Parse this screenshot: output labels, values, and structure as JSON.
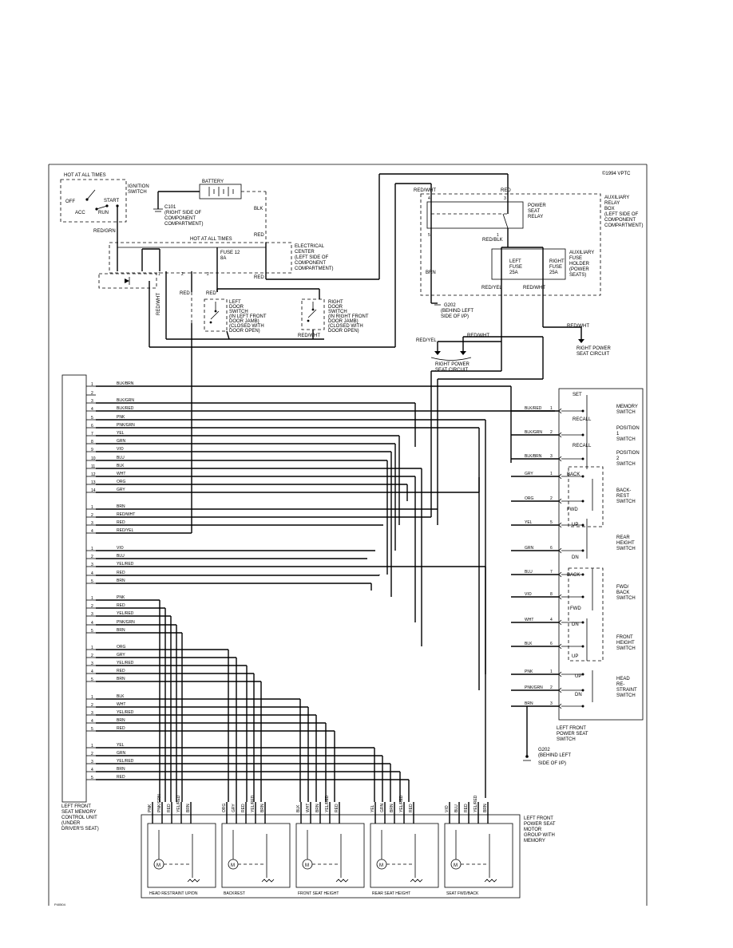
{
  "copyright": "©1994 VPTC",
  "footer_code": "P40504",
  "top_left": {
    "hot_at_all_times": "HOT AT ALL TIMES",
    "ignition_switch": [
      "IGNITION",
      "SWITCH"
    ],
    "off": "OFF",
    "acc": "ACC",
    "start": "START",
    "run": "RUN",
    "battery": "BATTERY",
    "c101": [
      "C101",
      "(RIGHT SIDE OF",
      "COMPONENT",
      "COMPARTMENT)"
    ],
    "red_grn": "RED/GRN",
    "blk": "BLK",
    "red": "RED"
  },
  "electrical_center": {
    "hot": "HOT AT ALL TIMES",
    "label": [
      "ELECTRICAL",
      "CENTER",
      "(LEFT SIDE OF",
      "COMPONENT",
      "COMPARTMENT)"
    ],
    "fuse": [
      "FUSE 12",
      "8A"
    ],
    "red": "RED"
  },
  "door_switches": {
    "left": [
      "LEFT",
      "DOOR",
      "SWITCH",
      "(IN LEFT FRONT",
      "DOOR JAMB)",
      "(CLOSED WITH",
      "DOOR OPEN)"
    ],
    "right": [
      "RIGHT",
      "DOOR",
      "SWITCH",
      "(IN RIGHT FRONT",
      "DOOR JAMB)",
      "(CLOSED WITH",
      "DOOR OPEN)"
    ],
    "red_wht": "RED/WHT",
    "red": "RED"
  },
  "relay_box": {
    "label": [
      "AUXILIARY",
      "RELAY",
      "BOX",
      "(LEFT SIDE OF",
      "COMPONENT",
      "COMPARTMENT)"
    ],
    "relay": [
      "POWER",
      "SEAT",
      "RELAY"
    ],
    "fuse_holder": [
      "AUXILIARY",
      "FUSE",
      "HOLDER",
      "(POWER",
      "SEATS)"
    ],
    "left_fuse": [
      "LEFT",
      "FUSE",
      "25A"
    ],
    "right_fuse": [
      "RIGHT",
      "FUSE",
      "25A"
    ],
    "red_wht": "RED/WHT",
    "red": "RED",
    "red_blk": "RED/BLK",
    "red_yel": "RED/YEL",
    "brn": "BRN",
    "g202": [
      "G202",
      "(BEHIND LEFT",
      "SIDE OF I/P)"
    ],
    "right_power_seat": [
      "RIGHT POWER",
      "SEAT CIRCUIT"
    ],
    "right_power_seat_2": [
      "RIGHT POWER",
      "SEAT CIRCUIT"
    ]
  },
  "control_unit": {
    "label": [
      "LEFT FRONT",
      "SEAT MEMORY",
      "CONTROL UNIT",
      "(UNDER",
      "DRIVER'S SEAT)"
    ],
    "wires": [
      {
        "pin": "1",
        "color": "BLK/BRN"
      },
      {
        "pin": "2",
        "color": ""
      },
      {
        "pin": "3",
        "color": "BLK/GRN"
      },
      {
        "pin": "4",
        "color": "BLK/RED"
      },
      {
        "pin": "5",
        "color": "PNK"
      },
      {
        "pin": "6",
        "color": "PNK/GRN"
      },
      {
        "pin": "7",
        "color": "YEL"
      },
      {
        "pin": "8",
        "color": "GRN"
      },
      {
        "pin": "9",
        "color": "VIO"
      },
      {
        "pin": "10",
        "color": "BLU"
      },
      {
        "pin": "11",
        "color": "BLK"
      },
      {
        "pin": "12",
        "color": "WHT"
      },
      {
        "pin": "13",
        "color": "ORG"
      },
      {
        "pin": "14",
        "color": "GRY"
      },
      {
        "pin": "1",
        "color": "BRN"
      },
      {
        "pin": "2",
        "color": "RED/WHT"
      },
      {
        "pin": "3",
        "color": "RED"
      },
      {
        "pin": "4",
        "color": "RED/YEL"
      },
      {
        "pin": "1",
        "color": "VIO"
      },
      {
        "pin": "2",
        "color": "BLU"
      },
      {
        "pin": "3",
        "color": "YEL/RED"
      },
      {
        "pin": "4",
        "color": "RED"
      },
      {
        "pin": "5",
        "color": "BRN"
      },
      {
        "pin": "1",
        "color": "PNK"
      },
      {
        "pin": "2",
        "color": "RED"
      },
      {
        "pin": "3",
        "color": "YEL/RED"
      },
      {
        "pin": "4",
        "color": "PNK/GRN"
      },
      {
        "pin": "5",
        "color": "BRN"
      },
      {
        "pin": "1",
        "color": "ORG"
      },
      {
        "pin": "2",
        "color": "GRY"
      },
      {
        "pin": "3",
        "color": "YEL/RED"
      },
      {
        "pin": "4",
        "color": "RED"
      },
      {
        "pin": "5",
        "color": "BRN"
      },
      {
        "pin": "1",
        "color": "BLK"
      },
      {
        "pin": "2",
        "color": "WHT"
      },
      {
        "pin": "3",
        "color": "YEL/RED"
      },
      {
        "pin": "4",
        "color": "BRN"
      },
      {
        "pin": "5",
        "color": "RED"
      },
      {
        "pin": "1",
        "color": "YEL"
      },
      {
        "pin": "2",
        "color": "GRN"
      },
      {
        "pin": "3",
        "color": "YEL/RED"
      },
      {
        "pin": "4",
        "color": "BRN"
      },
      {
        "pin": "5",
        "color": "RED"
      }
    ]
  },
  "power_seat_switch": {
    "label": [
      "LEFT FRONT",
      "POWER SEAT",
      "SWITCH"
    ],
    "pins": [
      {
        "pin": "1",
        "color": "BLK/RED"
      },
      {
        "pin": "2",
        "color": "BLK/GRN"
      },
      {
        "pin": "3",
        "color": "BLK/BRN"
      },
      {
        "pin": "1",
        "color": "GRY"
      },
      {
        "pin": "2",
        "color": "ORG"
      },
      {
        "pin": "5",
        "color": "YEL"
      },
      {
        "pin": "6",
        "color": "GRN"
      },
      {
        "pin": "7",
        "color": "BLU"
      },
      {
        "pin": "8",
        "color": "VIO"
      },
      {
        "pin": "4",
        "color": "WHT"
      },
      {
        "pin": "6",
        "color": "BLK"
      },
      {
        "pin": "1",
        "color": "PNK"
      },
      {
        "pin": "2",
        "color": "PNK/GRN"
      },
      {
        "pin": "3",
        "color": "BRN"
      }
    ],
    "memory_labels": [
      "SET",
      "RECALL",
      "RECALL"
    ],
    "memory_switch": [
      "MEMORY",
      "SWITCH"
    ],
    "pos1": [
      "POSITION",
      "1",
      "SWITCH"
    ],
    "pos2": [
      "POSITION",
      "2",
      "SWITCH"
    ],
    "backrest": [
      "BACK-",
      "REST",
      "SWITCH"
    ],
    "rear_height": [
      "REAR",
      "HEIGHT",
      "SWITCH"
    ],
    "fwd_back": [
      "FWD/",
      "BACK",
      "SWITCH"
    ],
    "front_height": [
      "FRONT",
      "HEIGHT",
      "SWITCH"
    ],
    "head_restraint": [
      "HEAD",
      "RE-",
      "STRAINT",
      "SWITCH"
    ],
    "back": "BACK",
    "fwd": "FWD",
    "up": "UP",
    "dn": "DN",
    "g202": [
      "G202",
      "(BEHIND LEFT",
      "SIDE OF I/P)"
    ]
  },
  "motor_group": {
    "label": [
      "LEFT FRONT",
      "POWER SEAT",
      "MOTOR",
      "GROUP WITH",
      "MEMORY"
    ],
    "motors": [
      {
        "name": "HEAD RESTRAINT UP/DN",
        "wires": [
          "PNK",
          "PNK/GRN",
          "RED",
          "YEL/RED",
          "BRN"
        ]
      },
      {
        "name": "BACKREST",
        "wires": [
          "ORG",
          "GRY",
          "RED",
          "YEL/RED",
          "BRN"
        ]
      },
      {
        "name": "FRONT SEAT HEIGHT",
        "wires": [
          "BLK",
          "WHT",
          "BRN",
          "YEL/RED",
          "RED"
        ]
      },
      {
        "name": "REAR SEAT HEIGHT",
        "wires": [
          "YEL",
          "GRN",
          "BRN",
          "YEL/RED",
          "RED"
        ]
      },
      {
        "name": "SEAT FWD/BACK",
        "wires": [
          "VIO",
          "BLU",
          "RED",
          "YEL/RED",
          "BRN"
        ]
      }
    ],
    "motor_symbol": "M"
  }
}
